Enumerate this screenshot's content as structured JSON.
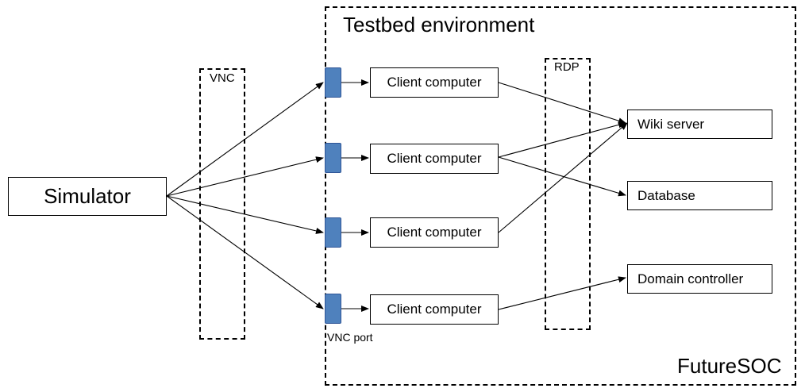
{
  "regions": {
    "testbed_title": "Testbed environment",
    "futuresoc_label": "FutureSOC",
    "vnc_label": "VNC",
    "rdp_label": "RDP"
  },
  "nodes": {
    "simulator": "Simulator",
    "clients": [
      "Client computer",
      "Client computer",
      "Client computer",
      "Client computer"
    ],
    "wiki_server": "Wiki server",
    "database": "Database",
    "domain_controller": "Domain controller"
  },
  "ports": {
    "label": "VNC port",
    "count": 4,
    "color": "#4f81bd"
  },
  "edges": [
    [
      "Simulator",
      "VNC port 1"
    ],
    [
      "Simulator",
      "VNC port 2"
    ],
    [
      "Simulator",
      "VNC port 3"
    ],
    [
      "Simulator",
      "VNC port 4"
    ],
    [
      "VNC port 1",
      "Client computer 1"
    ],
    [
      "VNC port 2",
      "Client computer 2"
    ],
    [
      "VNC port 3",
      "Client computer 3"
    ],
    [
      "VNC port 4",
      "Client computer 4"
    ],
    [
      "Client computer 1",
      "Wiki server"
    ],
    [
      "Client computer 2",
      "Wiki server"
    ],
    [
      "Client computer 2",
      "Database"
    ],
    [
      "Client computer 3",
      "Wiki server"
    ],
    [
      "Client computer 4",
      "Domain controller"
    ]
  ]
}
